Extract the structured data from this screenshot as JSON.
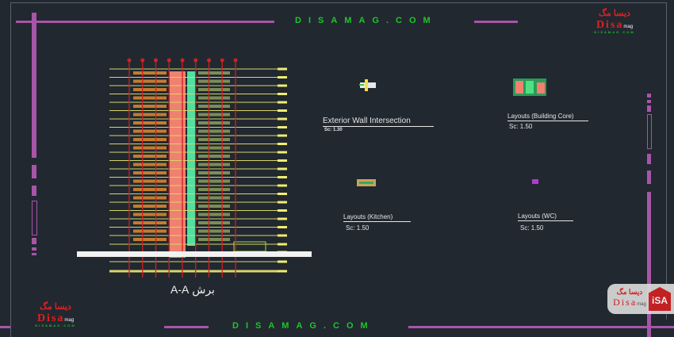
{
  "watermark": {
    "site_top": "DISAMAG.COM",
    "site_bottom": "DISAMAG.COM",
    "logo_fa": "دیسا مگ",
    "logo_en": "Disa",
    "logo_small": "mag",
    "logo_url": "DISAMAG.COM",
    "badge_fa": "دیسا مگ",
    "badge_en": "Disa",
    "badge_small": "mag",
    "badge_icon_text": "iSA"
  },
  "drawing": {
    "section_title": "برش A-A",
    "details": [
      {
        "title": "Exterior Wall Intersection",
        "scale": "Sc: 1.30"
      },
      {
        "title": "Layouts (Building Core)",
        "scale": "Sc: 1.50"
      },
      {
        "title": "Layouts (Kitchen)",
        "scale": "Sc: 1.50"
      },
      {
        "title": "Layouts (WC)",
        "scale": "Sc: 1.50"
      }
    ],
    "floors": 21,
    "grid_axes": 9
  },
  "colors": {
    "frame": "#a855a8",
    "background": "#212830",
    "site_text": "#1fc42a",
    "logo_red": "#e02020"
  }
}
